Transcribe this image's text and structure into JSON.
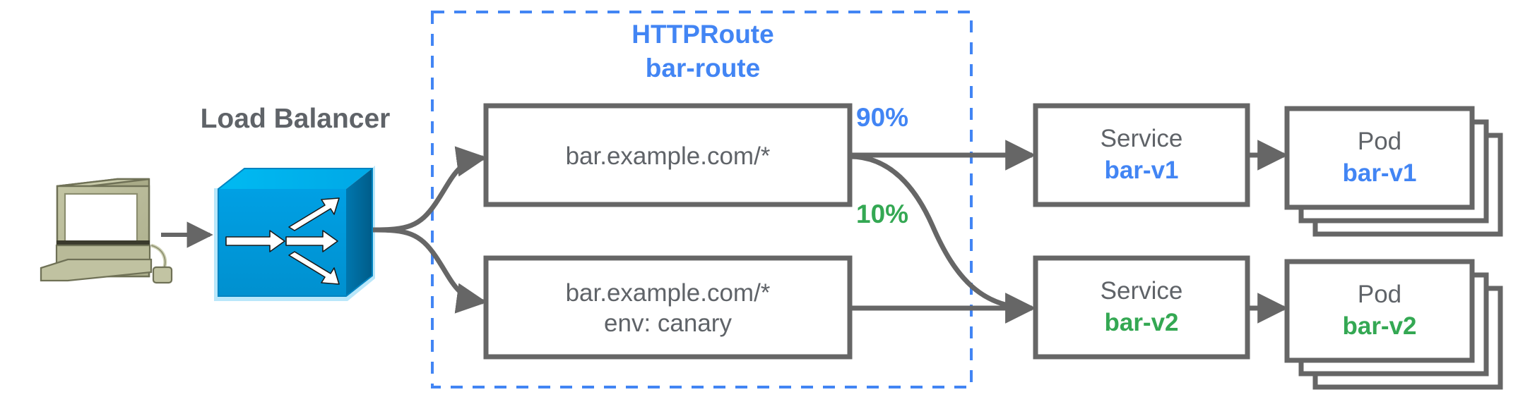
{
  "diagram": {
    "title": "HTTPRoute traffic splitting (canary) diagram",
    "colors": {
      "blue": "#4285f4",
      "green": "#34a853",
      "gray": "#5f6368",
      "stroke": "#666666",
      "lb_blue": "#0099dd",
      "lb_blue_dark": "#00699c",
      "computer_beige": "#b5b795"
    }
  },
  "client": {
    "icon": "desktop-computer-icon"
  },
  "load_balancer": {
    "label": "Load Balancer",
    "icon": "load-balancer-icon"
  },
  "httproute": {
    "kind_label": "HTTPRoute",
    "name_label": "bar-route",
    "border_style": "dashed",
    "border_color": "#4285f4"
  },
  "rules": [
    {
      "id": "rule-default",
      "lines": [
        "bar.example.com/*"
      ]
    },
    {
      "id": "rule-canary",
      "lines": [
        "bar.example.com/*",
        "env: canary"
      ]
    }
  ],
  "weights": [
    {
      "id": "weight-90",
      "value": "90%",
      "color": "blue"
    },
    {
      "id": "weight-10",
      "value": "10%",
      "color": "green"
    }
  ],
  "services": [
    {
      "id": "service-bar-v1",
      "kind": "Service",
      "name": "bar-v1",
      "color": "blue"
    },
    {
      "id": "service-bar-v2",
      "kind": "Service",
      "name": "bar-v2",
      "color": "green"
    }
  ],
  "pods": [
    {
      "id": "pod-bar-v1",
      "kind": "Pod",
      "name": "bar-v1",
      "color": "blue",
      "replicas": 3
    },
    {
      "id": "pod-bar-v2",
      "kind": "Pod",
      "name": "bar-v2",
      "color": "green",
      "replicas": 3
    }
  ]
}
